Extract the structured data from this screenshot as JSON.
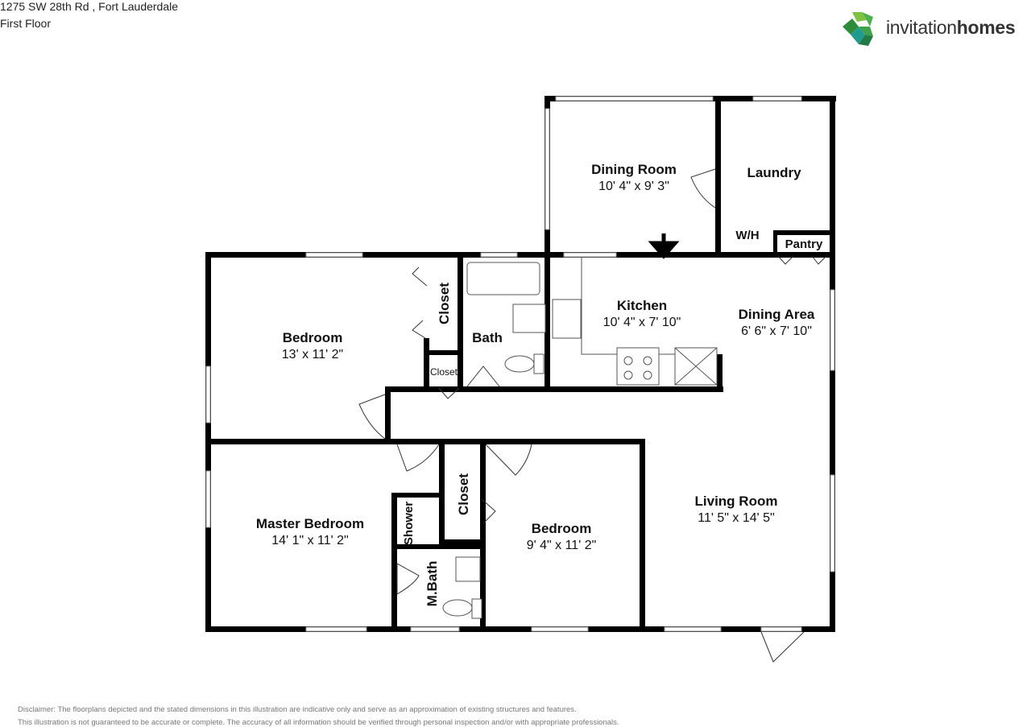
{
  "header": {
    "address": "1275 SW 28th Rd , Fort Lauderdale",
    "floor": "First Floor"
  },
  "brand": {
    "name_part1": "invitation",
    "name_part2": "homes",
    "colors": {
      "green_dark": "#2e8b3a",
      "green_light": "#7dc242",
      "teal": "#1f9c8f"
    }
  },
  "rooms": {
    "dining_room": {
      "name": "Dining Room",
      "size": "10' 4\" x 9' 3\""
    },
    "laundry": {
      "name": "Laundry"
    },
    "wh": {
      "name": "W/H"
    },
    "pantry": {
      "name": "Pantry"
    },
    "kitchen": {
      "name": "Kitchen",
      "size": "10' 4\" x 7' 10\""
    },
    "dining_area": {
      "name": "Dining Area",
      "size": "6' 6\" x 7' 10\""
    },
    "bedroom1": {
      "name": "Bedroom",
      "size": "13' x 11' 2\""
    },
    "closet1": {
      "name": "Closet"
    },
    "closet2": {
      "name": "Closet"
    },
    "bath": {
      "name": "Bath"
    },
    "living_room": {
      "name": "Living Room",
      "size": "11' 5\" x 14' 5\""
    },
    "master_bedroom": {
      "name": "Master Bedroom",
      "size": "14' 1\" x 11' 2\""
    },
    "shower": {
      "name": "Shower"
    },
    "mbath": {
      "name": "M.Bath"
    },
    "closet3": {
      "name": "Closet"
    },
    "bedroom2": {
      "name": "Bedroom",
      "size": "9' 4\" x 11' 2\""
    }
  },
  "disclaimer": {
    "line1": "Disclaimer: The floorplans depicted and the stated dimensions in this illustration are indicative only and serve as an approximation of existing structures and features.",
    "line2": "This illustration is not guaranteed to be accurate or complete. The accuracy of all information should be verified through personal inspection and/or with appropriate professionals."
  }
}
